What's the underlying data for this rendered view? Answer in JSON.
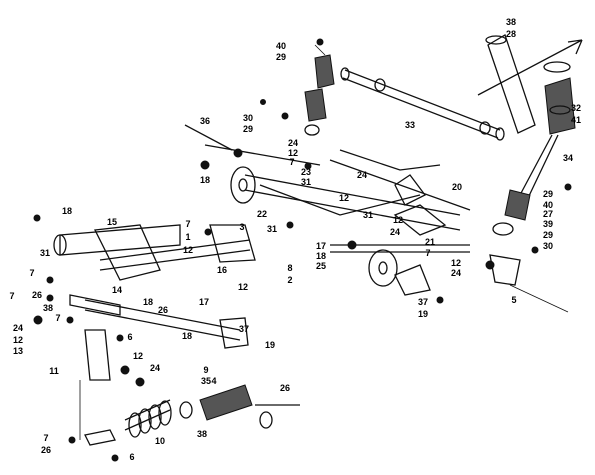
{
  "callouts": {
    "c38a": "38",
    "c28": "28",
    "c40a": "40",
    "c29a": "29",
    "c32": "32",
    "c41": "41",
    "c30a": "30",
    "c29b": "29",
    "c36": "36",
    "c33": "33",
    "c24a": "24",
    "c12a": "12",
    "c34": "34",
    "c18a": "18",
    "c7a": "7",
    "c23": "23",
    "c31a": "31",
    "c24b": "24",
    "c20": "20",
    "c29c": "29",
    "c40b": "40",
    "c12b": "12",
    "c22": "22",
    "c31b": "31",
    "c12c": "12",
    "c27": "27",
    "c39": "39",
    "c18b": "18",
    "c15": "15",
    "c7b": "7",
    "c1": "1",
    "c3": "3",
    "c31c": "31",
    "c24c": "24",
    "c29d": "29",
    "c30b": "30",
    "c17a": "17",
    "c21": "21",
    "c18c": "18",
    "c25": "25",
    "c7c": "7",
    "c12d": "12",
    "c24d": "24",
    "c31d": "31",
    "c12e": "12",
    "c16": "16",
    "c8": "8",
    "c2": "2",
    "c7d": "7",
    "c26a": "26",
    "c14": "14",
    "c12f": "12",
    "c18d": "18",
    "c26b": "26",
    "c17b": "17",
    "c7e": "7",
    "c38b": "38",
    "c37a": "37",
    "c5": "5",
    "c19a": "19",
    "c24e": "24",
    "c12g": "12",
    "c13": "13",
    "c7f": "7",
    "c6a": "6",
    "c37b": "37",
    "c18e": "18",
    "c19b": "19",
    "c11": "11",
    "c12h": "12",
    "c24f": "24",
    "c35": "35",
    "c9": "9",
    "c4": "4",
    "c26c": "26",
    "c10": "10",
    "c38c": "38",
    "c7g": "7",
    "c26d": "26",
    "c6b": "6"
  }
}
